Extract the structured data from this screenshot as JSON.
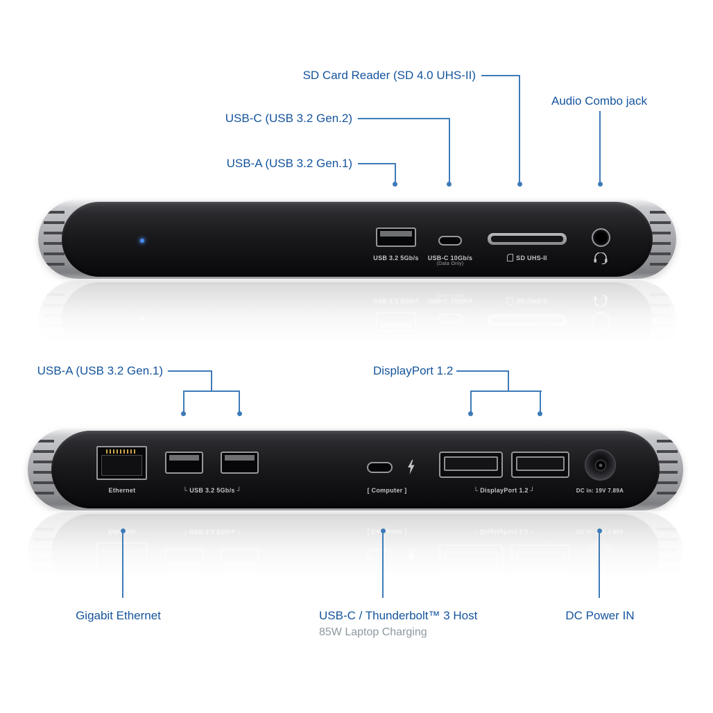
{
  "colors": {
    "label_blue": "#14549C",
    "line_blue": "#3D7AB8",
    "muted_gray": "#8D989E",
    "device_label_gray": "#C3C4C8",
    "led_blue": "#4A8CF0"
  },
  "front": {
    "callouts": {
      "sd_reader": "SD Card Reader (SD 4.0 UHS-II)",
      "audio": "Audio Combo jack",
      "usb_c": "USB-C (USB 3.2 Gen.2)",
      "usb_a": "USB-A (USB 3.2 Gen.1)"
    },
    "port_labels": {
      "usb_a": "USB 3.2  5Gb/s",
      "usb_c_line1": "USB-C 10Gb/s",
      "usb_c_line2": "(Data Only)",
      "sd": "SD UHS-II"
    }
  },
  "back": {
    "callouts": {
      "usb_a": "USB-A (USB 3.2 Gen.1)",
      "displayport": "DisplayPort 1.2",
      "gigabit": "Gigabit Ethernet",
      "host_line1": "USB-C / Thunderbolt™ 3 Host",
      "host_line2": "85W Laptop Charging",
      "dc_power": "DC Power IN"
    },
    "port_labels": {
      "ethernet": "Ethernet",
      "usb_a": "└  USB 3.2  5Gb/s  ┘",
      "computer": "[ Computer ]",
      "displayport": "└  DisplayPort 1.2  ┘",
      "dc": "DC in: 19V 7.89A"
    }
  }
}
